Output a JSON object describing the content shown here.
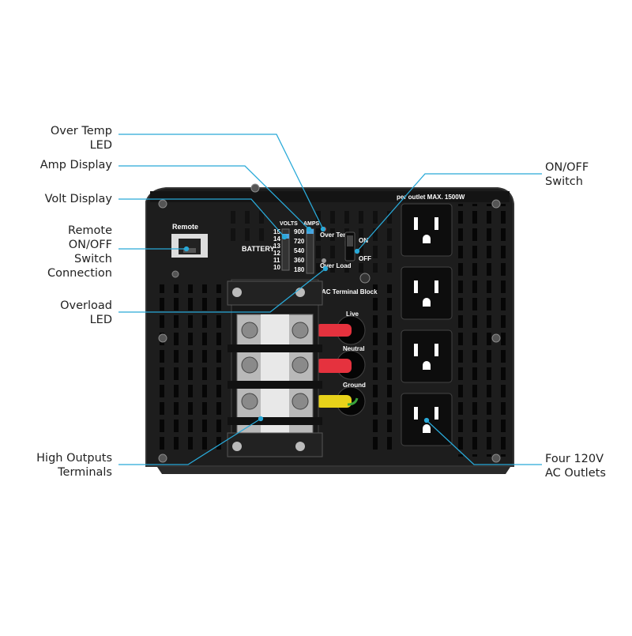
{
  "callouts": {
    "over_temp_led": [
      "Over Temp",
      "LED"
    ],
    "amp_display": "Amp Display",
    "volt_display": "Volt Display",
    "remote_switch": [
      "Remote",
      "ON/OFF",
      "Switch",
      "Connection"
    ],
    "overload_led": [
      "Overload",
      "LED"
    ],
    "high_outputs": [
      "High Outputs",
      "Terminals"
    ],
    "on_off_switch": [
      "ON/OFF",
      "Switch"
    ],
    "ac_outlets": [
      "Four 120V",
      "AC Outlets"
    ]
  },
  "panel": {
    "remote_label": "Remote",
    "battery_label": "BATTERY",
    "volts_label": "VOLTS",
    "amps_label": "AMPS",
    "volt_scale": [
      "15",
      "14",
      "13",
      "12",
      "11",
      "10"
    ],
    "amp_scale": [
      "900",
      "720",
      "540",
      "360",
      "180"
    ],
    "over_temp_label": "Over Temp",
    "over_load_label": "Over Load",
    "on_label": "ON",
    "off_label": "OFF",
    "outlet_rating": "per outlet MAX. 1500W",
    "ac_terminal_label": "AC Terminal Block",
    "live_label": "Live",
    "neutral_label": "Neutral",
    "ground_label": "Ground"
  },
  "colors": {
    "leader_line": "#29a9d8",
    "housing": "#1c1c1c",
    "live_wire": "#e5323e",
    "neutral_wire": "#e5323e",
    "ground_wire": "#e8d21a"
  }
}
